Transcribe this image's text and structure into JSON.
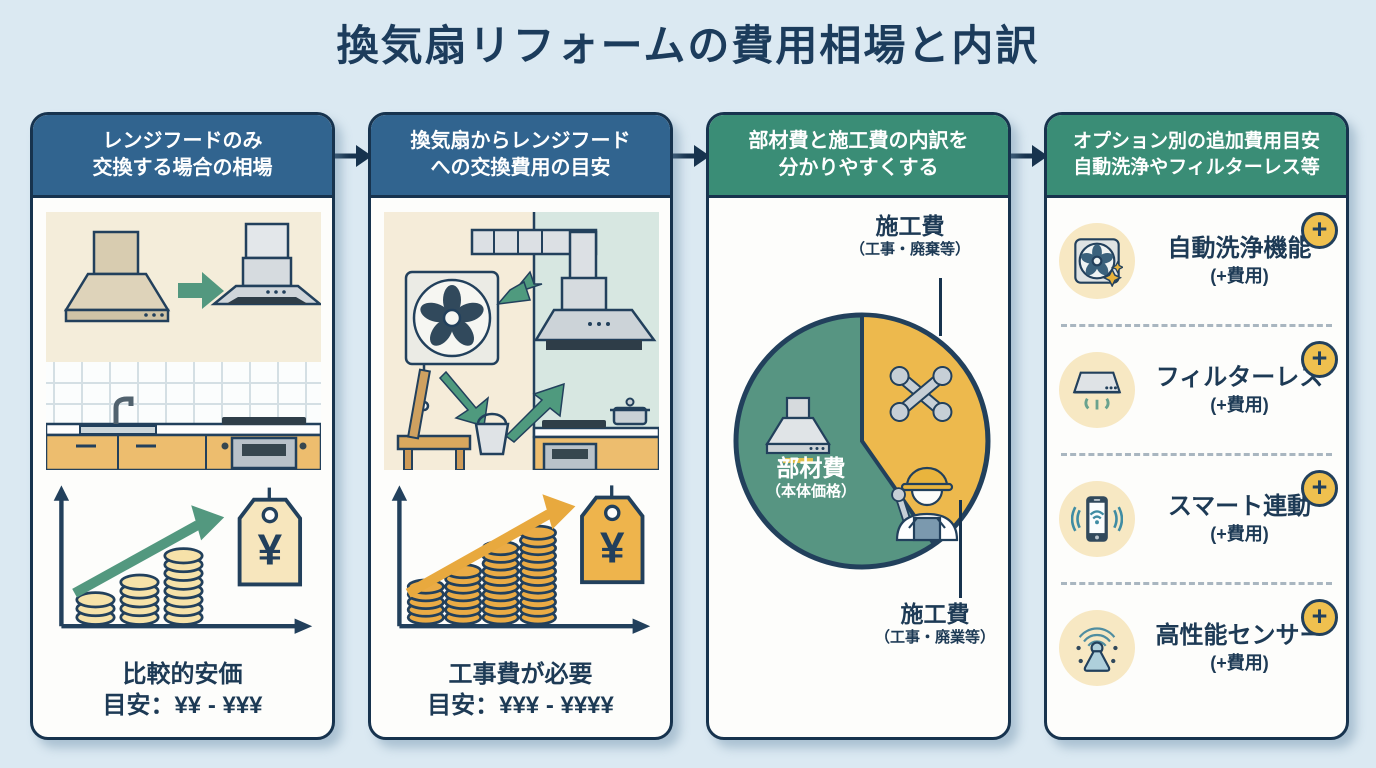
{
  "title": "換気扇リフォームの費用相場と内訳",
  "colors": {
    "background": "#dbe9f2",
    "navy_outline": "#17334e",
    "header_blue": "#31648f",
    "header_green": "#3a8d76",
    "pie_green": "#579582",
    "pie_yellow": "#edb94d",
    "coin_cream": "#f6e2a9",
    "coin_orange": "#eaab45",
    "accent_green_arrow": "#53987f",
    "accent_orange_arrow": "#e8a93e",
    "badge_yellow": "#efc04f"
  },
  "panel1": {
    "header_line1": "レンジフードのみ",
    "header_line2": "交換する場合の相場",
    "tag_currency": "¥",
    "caption_title": "比較的安価",
    "caption_range": "目安：¥¥ - ¥¥¥"
  },
  "panel2": {
    "header_line1": "換気扇からレンジフード",
    "header_line2": "への交換費用の目安",
    "tag_currency": "¥",
    "caption_title": "工事費が必要",
    "caption_range": "目安：¥¥¥ - ¥¥¥¥"
  },
  "panel3": {
    "header_line1": "部材費と施工費の内訳を",
    "header_line2": "分かりやすくする",
    "label_top_title": "施工費",
    "label_top_sub": "（工事・廃棄等）",
    "slice_green_label": "部材費",
    "slice_green_sub": "（本体価格）",
    "label_bottom_title": "施工費",
    "label_bottom_sub": "（工事・廃業等）",
    "pie": {
      "type": "pie",
      "slices": [
        {
          "label": "部材費（本体価格）",
          "approx_percent": 60,
          "color": "#579582"
        },
        {
          "label": "施工費（工事・廃棄等）",
          "approx_percent": 40,
          "color": "#edb94d"
        }
      ]
    }
  },
  "panel4": {
    "header_line1": "オプション別の追加費用目安",
    "header_line2": "自動洗浄やフィルターレス等",
    "plus_badge": "+",
    "options": [
      {
        "label": "自動洗浄機能",
        "sub": "(+費用)"
      },
      {
        "label": "フィルターレス",
        "sub": "(+費用)"
      },
      {
        "label": "スマート連動",
        "sub": "(+費用)"
      },
      {
        "label": "高性能センサー",
        "sub": "(+費用)"
      }
    ]
  }
}
